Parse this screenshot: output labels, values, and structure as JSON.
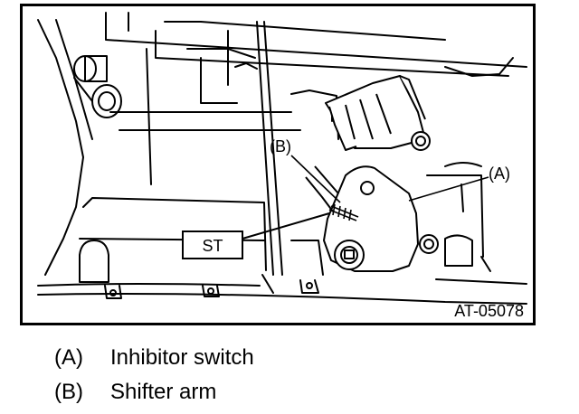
{
  "diagram": {
    "callouts": {
      "a_label": "(A)",
      "b_label": "(B)",
      "tool_label": "ST"
    },
    "figure_code": "AT-05078"
  },
  "legend": [
    {
      "key": "(A)",
      "text": "Inhibitor switch"
    },
    {
      "key": "(B)",
      "text": "Shifter arm"
    }
  ]
}
